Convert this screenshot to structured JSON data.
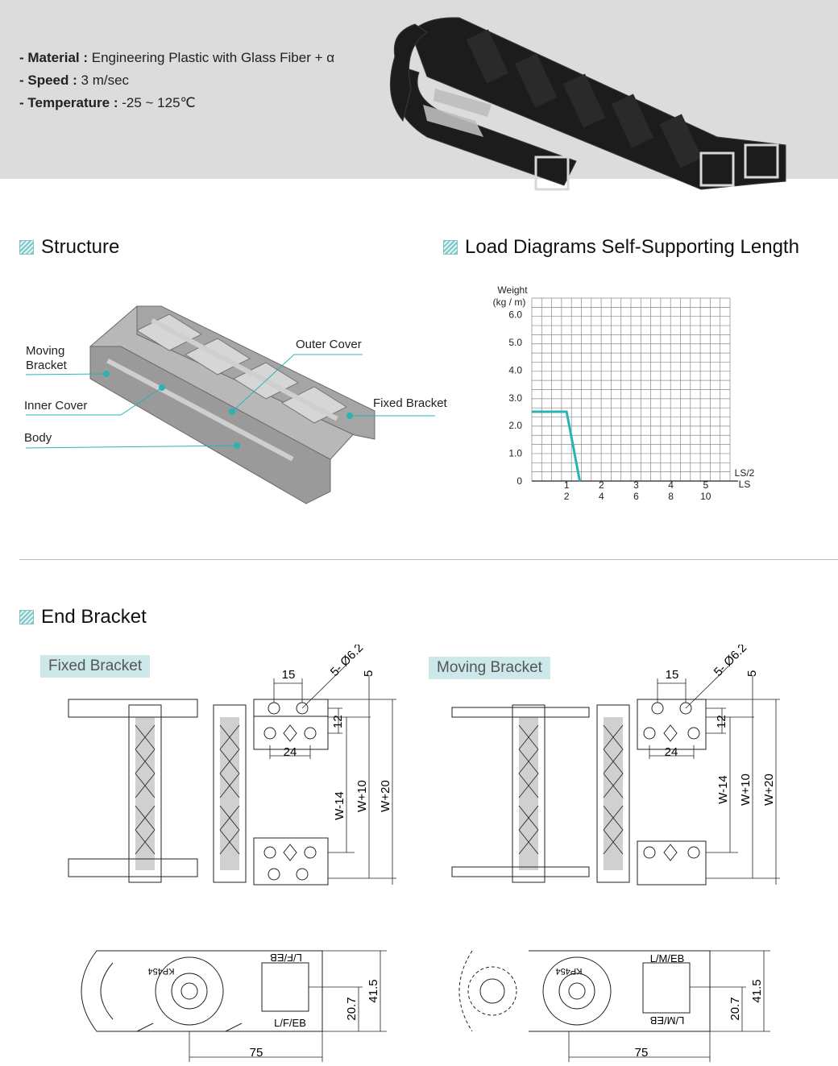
{
  "specs": [
    {
      "key": "- Material :",
      "value": " Engineering Plastic with Glass Fiber + α"
    },
    {
      "key": "- Speed :",
      "value": " 3 m/sec"
    },
    {
      "key": "- Temperature :",
      "value": " -25 ~ 125℃"
    }
  ],
  "sections": {
    "structure": "Structure",
    "load": "Load Diagrams Self-Supporting Length",
    "end_bracket": "End Bracket"
  },
  "structure_labels": {
    "moving_bracket_1": "Moving",
    "moving_bracket_2": "Bracket",
    "inner_cover": "Inner Cover",
    "body": "Body",
    "outer_cover": "Outer Cover",
    "fixed_bracket": "Fixed Bracket"
  },
  "chart_data": {
    "type": "line",
    "ylabel_1": "Weight",
    "ylabel_2": "(kg / m)",
    "yticks": [
      "6.0",
      "5.0",
      "4.0",
      "3.0",
      "2.0",
      "1.0",
      "0"
    ],
    "xticks_ls2": [
      "1",
      "2",
      "3",
      "4",
      "5"
    ],
    "xticks_ls": [
      "2",
      "4",
      "6",
      "8",
      "10"
    ],
    "xlabel_1": "LS/2",
    "xlabel_2": "LS",
    "series": [
      {
        "x": [
          0,
          1.0,
          1.38
        ],
        "y": [
          2.5,
          2.5,
          0
        ]
      }
    ],
    "xlim": [
      0,
      5.7
    ],
    "ylim": [
      0,
      6.6
    ],
    "line_color": "#2ab3b3",
    "grid": true
  },
  "brackets": {
    "fixed_tag": "Fixed Bracket",
    "moving_tag": "Moving Bracket",
    "dims": {
      "d15": "15",
      "holes": "5- Ø6.2",
      "d5": "5",
      "d12": "12",
      "d24": "24",
      "w14": "W-14",
      "w10": "W+10",
      "w20": "W+20",
      "d75": "75",
      "d207": "20.7",
      "d415": "41.5"
    },
    "side_label_fixed": "L/F/EB",
    "side_label_moving": "L/M/EB",
    "marking": "KP454"
  }
}
